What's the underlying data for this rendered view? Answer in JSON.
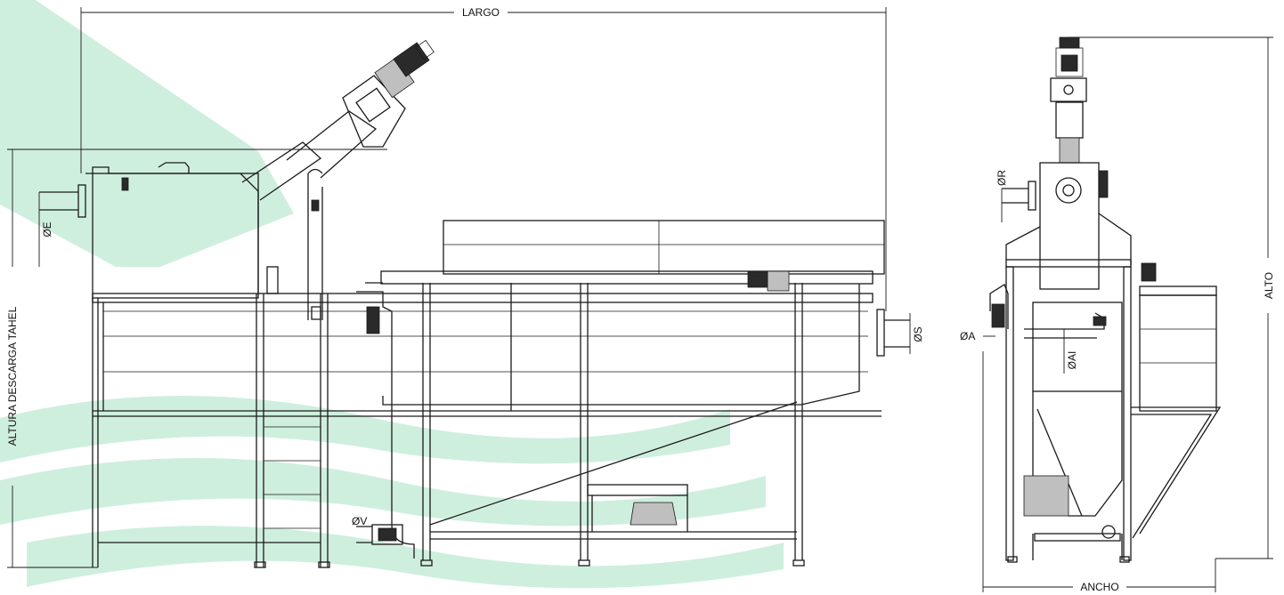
{
  "labels": {
    "largo": "LARGO",
    "altura_descarga": "ALTURA DESCARGA TAHEL",
    "alto": "ALTO",
    "ancho": "ANCHO",
    "phi_e": "ØE",
    "phi_s": "ØS",
    "phi_v": "ØV",
    "phi_r": "ØR",
    "phi_a": "ØA",
    "phi_ai": "ØAI"
  },
  "colors": {
    "line": "#1a1a1a",
    "watermark": "#3fc07a"
  }
}
